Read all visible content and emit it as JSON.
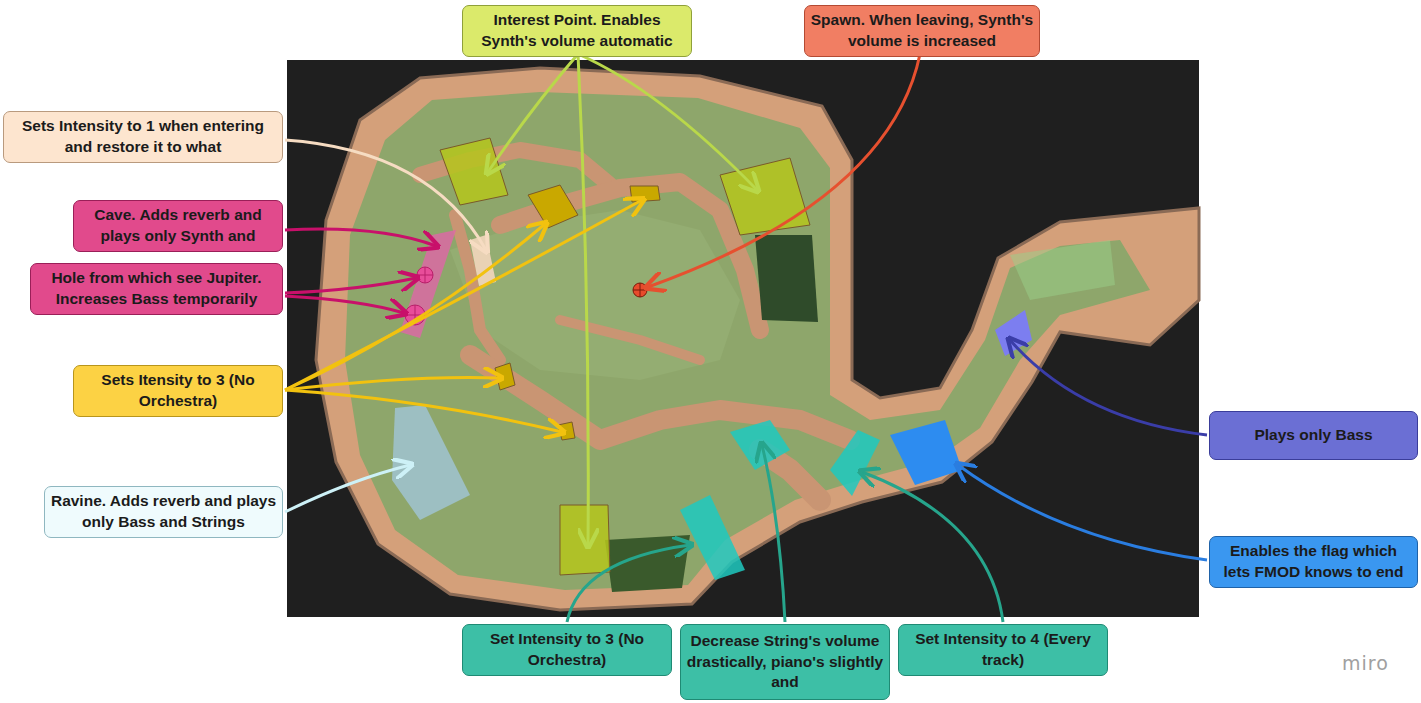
{
  "diagram": {
    "nodes": [
      {
        "text": [
          "Interest Point. Enables Synth's volume automatic"
        ]
      },
      {
        "text": [
          "Spawn. When leaving, Synth's volume is increased"
        ]
      },
      {
        "text": [
          "Sets Intensity to 1 when entering and restore it to what"
        ]
      },
      {
        "text": [
          "Cave. Adds reverb and plays only Synth and"
        ]
      },
      {
        "text": [
          "Hole from which see Jupiter. Increases Bass temporarily"
        ]
      },
      {
        "text": [
          "Sets Itensity to 3 (No Orchestra)"
        ]
      },
      {
        "text": [
          "Ravine. Adds reverb and plays only Bass and Strings"
        ]
      },
      {
        "text": [
          "Plays only Bass"
        ]
      },
      {
        "text": [
          "Enables the flag which lets FMOD knows to end"
        ]
      },
      {
        "text": [
          "Set Intensity to 3 (No Orchestra)"
        ]
      },
      {
        "text": [
          "Decrease String's volume drastically, piano's slightly and"
        ]
      },
      {
        "text": [
          "Set Intensity to 4 (Every track)"
        ]
      }
    ],
    "labels": [
      "miro"
    ]
  }
}
